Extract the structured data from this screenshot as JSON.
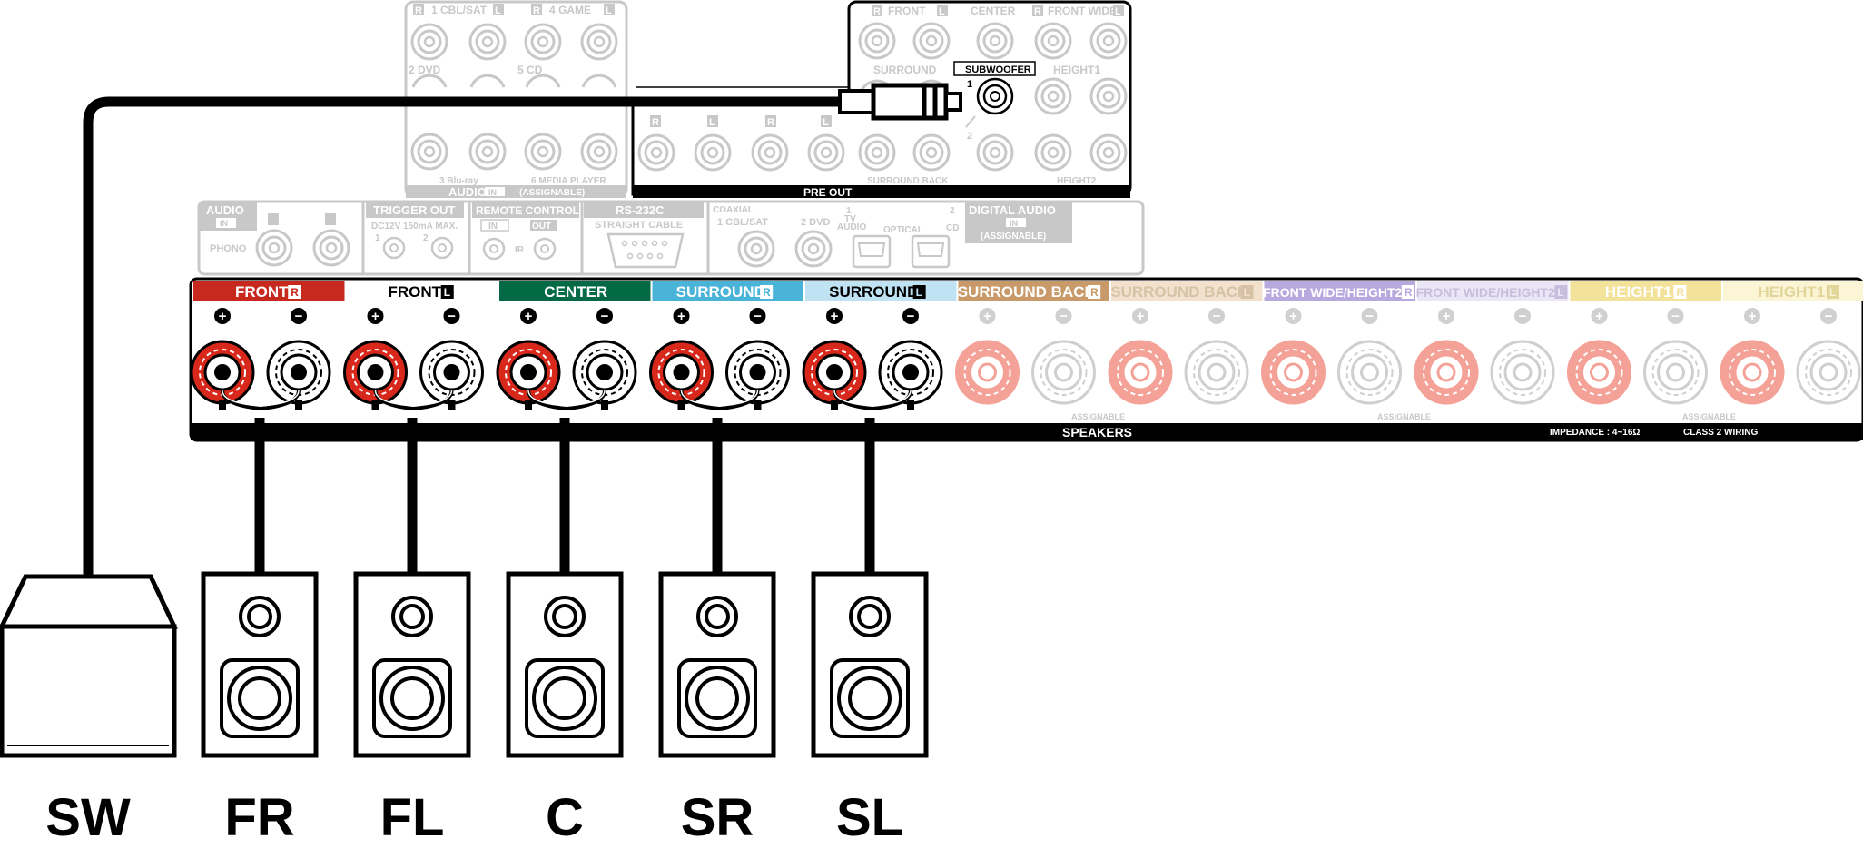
{
  "audio_in_panel": {
    "row1": [
      {
        "tag": "R",
        "label": "1 CBL/SAT",
        "tag2": "L"
      },
      {
        "tag": "R",
        "label": "4 GAME",
        "tag2": "L"
      }
    ],
    "row2": [
      "2 DVD",
      "5 CD"
    ],
    "row3": [
      "3 Blu-ray",
      "6 MEDIA PLAYER"
    ],
    "footer": "AUDIO",
    "footer_in": "IN",
    "footer_assignable": "(ASSIGNABLE)"
  },
  "pre_out_panel": {
    "top_labels": [
      "FRONT",
      "CENTER",
      "FRONT WIDE"
    ],
    "r_tag": "R",
    "l_tag": "L",
    "surround": "SURROUND",
    "subwoofer": "SUBWOOFER",
    "sub_1": "1",
    "sub_2": "2",
    "height1": "HEIGHT1",
    "surround_back": "SURROUND BACK",
    "height2": "HEIGHT2",
    "footer": "PRE OUT"
  },
  "middle_row": {
    "audio_title": "AUDIO",
    "audio_in": "IN",
    "phono": "PHONO",
    "trigger_title": "TRIGGER OUT",
    "trigger_spec": "DC12V 150mA MAX.",
    "trigger_1": "1",
    "trigger_2": "2",
    "remote_title": "REMOTE CONTROL",
    "remote_in": "IN",
    "remote_out": "OUT",
    "remote_ir": "IR",
    "rs_title": "RS-232C",
    "rs_sub": "STRAIGHT CABLE",
    "coaxial": "COAXIAL",
    "coax_1": "1 CBL/SAT",
    "coax_2": "2 DVD",
    "optical_tv": "1\nTV\nAUDIO",
    "optical_label": "OPTICAL",
    "optical_cd": "2\nCD",
    "digital_title": "DIGITAL AUDIO",
    "digital_in": "IN",
    "digital_assignable": "(ASSIGNABLE)"
  },
  "speaker_panel": {
    "channels": [
      {
        "label": "FRONT",
        "tag": "R",
        "color": "#c8291f",
        "text_color": "#ffffff",
        "active": true
      },
      {
        "label": "FRONT",
        "tag": "L",
        "color": "#ffffff",
        "text_color": "#000000",
        "active": true
      },
      {
        "label": "CENTER",
        "tag": "",
        "color": "#046a45",
        "text_color": "#ffffff",
        "active": true
      },
      {
        "label": "SURROUND",
        "tag": "R",
        "color": "#49b4d8",
        "text_color": "#ffffff",
        "active": true
      },
      {
        "label": "SURROUND",
        "tag": "L",
        "color": "#bfe3f2",
        "text_color": "#000000",
        "active": true
      },
      {
        "label": "SURROUND BACK",
        "tag": "R",
        "color": "#c89a6a",
        "text_color": "#ffffff",
        "active": false
      },
      {
        "label": "SURROUND BACK",
        "tag": "L",
        "color": "#f2e2cd",
        "text_color": "#d8c2a6",
        "active": false
      },
      {
        "label": "FRONT WIDE/HEIGHT2",
        "tag": "R",
        "color": "#b7a9de",
        "text_color": "#ffffff",
        "active": false
      },
      {
        "label": "FRONT WIDE/HEIGHT2",
        "tag": "L",
        "color": "#ebe6f6",
        "text_color": "#c6bedc",
        "active": false
      },
      {
        "label": "HEIGHT1",
        "tag": "R",
        "color": "#f2e29a",
        "text_color": "#ffffff",
        "active": false
      },
      {
        "label": "HEIGHT1",
        "tag": "L",
        "color": "#fbf5d6",
        "text_color": "#e2d59a",
        "active": false
      }
    ],
    "plus": "+",
    "minus": "−",
    "footer": "SPEAKERS",
    "assignable_1": "ASSIGNABLE",
    "assignable_2": "ASSIGNABLE",
    "assignable_3": "ASSIGNABLE",
    "impedance": "IMPEDANCE : 4~16Ω",
    "wiring": "CLASS 2 WIRING"
  },
  "speakers": [
    {
      "id": "SW",
      "label": "SW"
    },
    {
      "id": "FR",
      "label": "FR"
    },
    {
      "id": "FL",
      "label": "FL"
    },
    {
      "id": "C",
      "label": "C"
    },
    {
      "id": "SR",
      "label": "SR"
    },
    {
      "id": "SL",
      "label": "SL"
    }
  ],
  "colors": {
    "terminal_red": "#d8281c",
    "inactive_red": "#f4a197",
    "gray_line": "#c8c8c8",
    "cable": "#000000"
  }
}
